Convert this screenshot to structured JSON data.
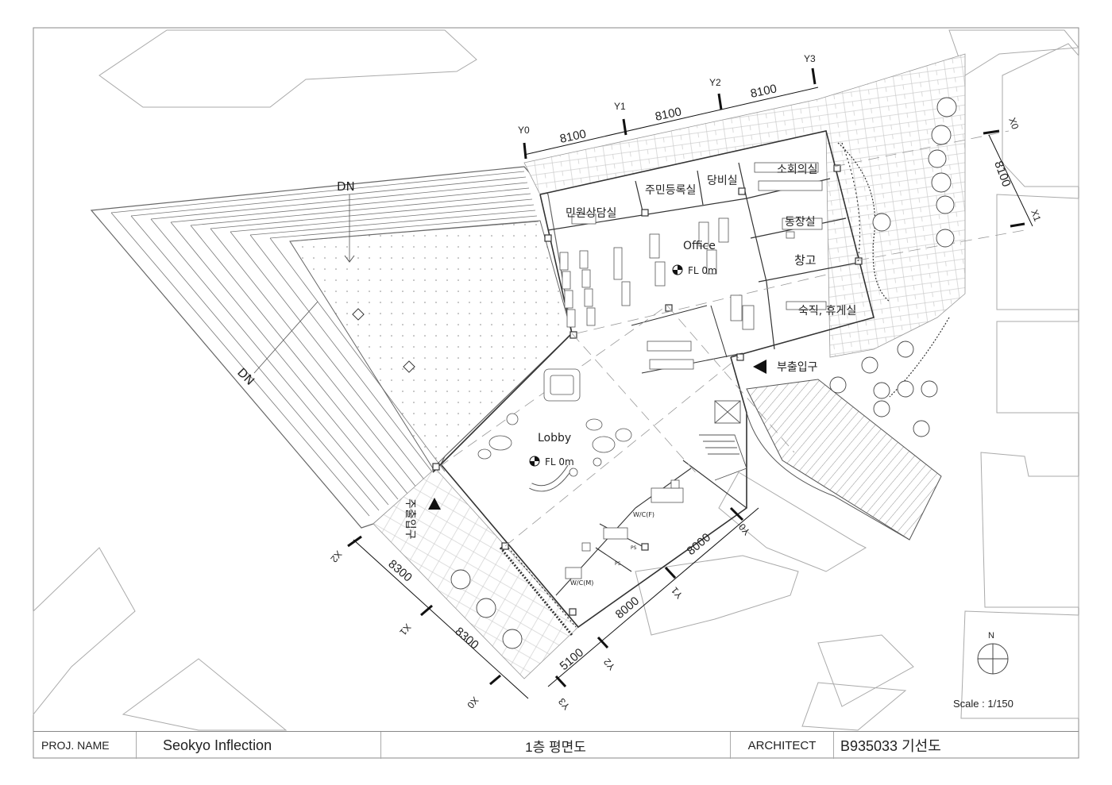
{
  "title_block": {
    "project_label": "PROJ. NAME",
    "project_name": "Seokyo Inflection",
    "drawing_title": "1층 평면도",
    "architect_label": "ARCHITECT",
    "architect": "B935033 기선도"
  },
  "scale": "Scale : 1/150",
  "north_arrow": {
    "label": "N",
    "icon": "north-arrow-icon"
  },
  "rooms": {
    "consult": "민원상담실",
    "registration": "주민등록실",
    "party": "당비실",
    "small_meeting": "소회의실",
    "chief": "동장실",
    "storage": "창고",
    "lounge": "숙직, 휴게실",
    "office": "Office",
    "lobby": "Lobby",
    "wc_f": "W/C(F)",
    "wc_m": "W/C(M)",
    "ps1": "PS",
    "ps2": "PS"
  },
  "levels": {
    "office": "FL 0m",
    "lobby": "FL 0m"
  },
  "entrances": {
    "side": "부출입구",
    "main": "주출입구"
  },
  "stairs": {
    "dn_top": "DN",
    "dn_left": "DN"
  },
  "grid": {
    "y_top": [
      "Y0",
      "Y1",
      "Y2",
      "Y3"
    ],
    "y_top_dims": [
      "8100",
      "8100",
      "8100"
    ],
    "x_right": [
      "X0",
      "X1"
    ],
    "x_right_dim": "8100",
    "y_bottom": [
      "Y0",
      "Y1",
      "Y2",
      "Y3"
    ],
    "y_bottom_dims": [
      "8000",
      "8000",
      "5100"
    ],
    "x_left": [
      "X2",
      "X1",
      "X0"
    ],
    "x_left_dims": [
      "8300",
      "8300"
    ]
  }
}
